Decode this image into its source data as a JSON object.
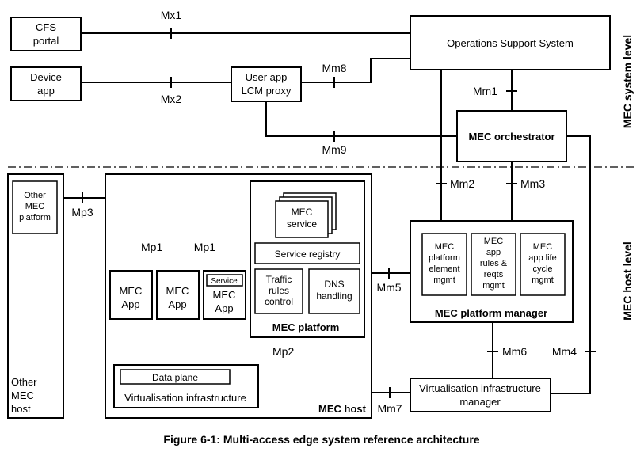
{
  "boxes": {
    "cfs_portal": [
      "CFS",
      "portal"
    ],
    "device_app": [
      "Device",
      "app"
    ],
    "user_app_lcm_proxy": [
      "User app",
      "LCM proxy"
    ],
    "oss": "Operations Support System",
    "mec_orchestrator": "MEC orchestrator",
    "other_mec_platform": [
      "Other",
      "MEC",
      "platform"
    ],
    "other_mec_host": [
      "Other",
      "MEC",
      "host"
    ],
    "mec_service": [
      "MEC",
      "service"
    ],
    "service_registry": "Service registry",
    "traffic_rules_control": [
      "Traffic",
      "rules",
      "control"
    ],
    "dns_handling": [
      "DNS",
      "handling"
    ],
    "mec_platform": "MEC platform",
    "mec_app": [
      "MEC",
      "App"
    ],
    "service": "Service",
    "data_plane": "Data plane",
    "virtualisation_infrastructure": "Virtualisation infrastructure",
    "mec_host": "MEC host",
    "platform_element_mgmt": [
      "MEC",
      "platform",
      "element",
      "mgmt"
    ],
    "app_rules_reqts_mgmt": [
      "MEC",
      "app",
      "rules &",
      "reqts",
      "mgmt"
    ],
    "app_lifecycle_mgmt": [
      "MEC",
      "app life",
      "cycle",
      "mgmt"
    ],
    "mec_platform_manager": "MEC platform manager",
    "vim": [
      "Virtualisation infrastructure",
      "manager"
    ]
  },
  "refpoints": {
    "mx1": "Mx1",
    "mx2": "Mx2",
    "mm8": "Mm8",
    "mm1": "Mm1",
    "mm9": "Mm9",
    "mm2": "Mm2",
    "mm3": "Mm3",
    "mp3": "Mp3",
    "mp1": "Mp1",
    "mm5": "Mm5",
    "mp2": "Mp2",
    "mm6": "Mm6",
    "mm4": "Mm4",
    "mm7": "Mm7"
  },
  "levels": {
    "system": "MEC system level",
    "host": "MEC host level"
  },
  "caption": "Figure 6-1: Multi-access edge system reference architecture"
}
